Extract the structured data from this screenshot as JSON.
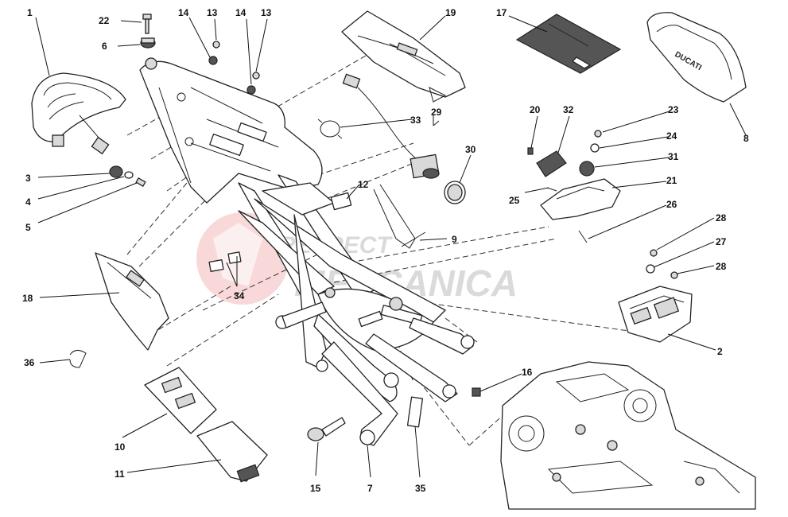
{
  "diagram": {
    "title": "Rear frame exploded parts diagram",
    "watermark": {
      "line1": "RESPECT",
      "line2": "MECCANICA"
    },
    "kit_label": "DUCATI",
    "callouts": [
      {
        "id": "c1",
        "label": "1"
      },
      {
        "id": "c22",
        "label": "22"
      },
      {
        "id": "c6",
        "label": "6"
      },
      {
        "id": "c14a",
        "label": "14"
      },
      {
        "id": "c13a",
        "label": "13"
      },
      {
        "id": "c14b",
        "label": "14"
      },
      {
        "id": "c13b",
        "label": "13"
      },
      {
        "id": "c19",
        "label": "19"
      },
      {
        "id": "c17",
        "label": "17"
      },
      {
        "id": "c8",
        "label": "8"
      },
      {
        "id": "c33",
        "label": "33"
      },
      {
        "id": "c29",
        "label": "29"
      },
      {
        "id": "c30",
        "label": "30"
      },
      {
        "id": "c20",
        "label": "20"
      },
      {
        "id": "c32",
        "label": "32"
      },
      {
        "id": "c23",
        "label": "23"
      },
      {
        "id": "c24",
        "label": "24"
      },
      {
        "id": "c31",
        "label": "31"
      },
      {
        "id": "c21",
        "label": "21"
      },
      {
        "id": "c25",
        "label": "25"
      },
      {
        "id": "c26",
        "label": "26"
      },
      {
        "id": "c3",
        "label": "3"
      },
      {
        "id": "c4",
        "label": "4"
      },
      {
        "id": "c5",
        "label": "5"
      },
      {
        "id": "c12",
        "label": "12"
      },
      {
        "id": "c9",
        "label": "9"
      },
      {
        "id": "c28a",
        "label": "28"
      },
      {
        "id": "c27",
        "label": "27"
      },
      {
        "id": "c28b",
        "label": "28"
      },
      {
        "id": "c18",
        "label": "18"
      },
      {
        "id": "c34",
        "label": "34"
      },
      {
        "id": "c2",
        "label": "2"
      },
      {
        "id": "c36",
        "label": "36"
      },
      {
        "id": "c16",
        "label": "16"
      },
      {
        "id": "c10",
        "label": "10"
      },
      {
        "id": "c11",
        "label": "11"
      },
      {
        "id": "c15",
        "label": "15"
      },
      {
        "id": "c7",
        "label": "7"
      },
      {
        "id": "c35",
        "label": "35"
      }
    ]
  }
}
